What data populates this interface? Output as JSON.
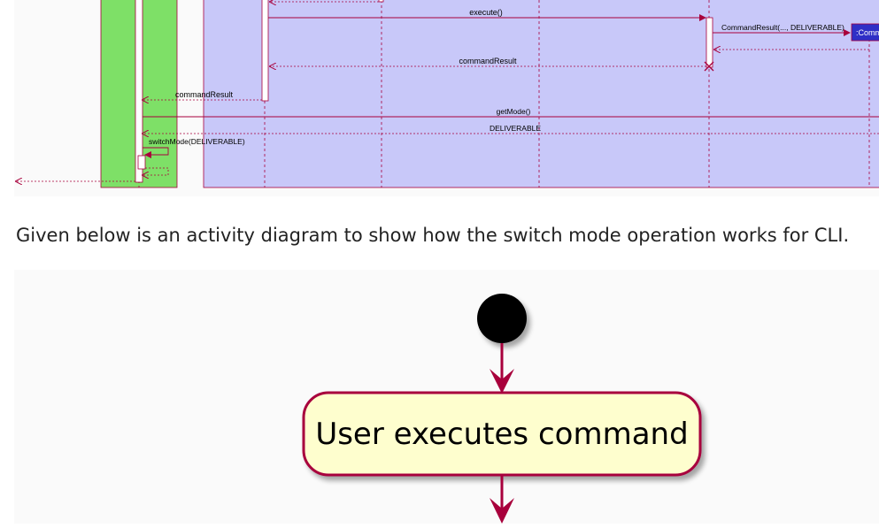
{
  "sequence": {
    "messages": {
      "execute": "execute()",
      "command_result_ctor": "CommandResult(..., DELIVERABLE)",
      "command_result_object": ":Comm",
      "command_result_return": "commandResult",
      "command_result_return2": "commandResult",
      "get_mode": "getMode()",
      "deliverable_return": "DELIVERABLE",
      "switch_mode": "switchMode(DELIVERABLE)"
    },
    "colors": {
      "logic_box": "#7ee067",
      "model_box": "#c8c8f9",
      "message_line": "#a8003c",
      "object_fill": "#2f2fc6",
      "object_text": "#ffffff"
    }
  },
  "caption": "Given below is an activity diagram to show how the switch mode operation works for CLI.",
  "activity": {
    "action_label": "User executes command",
    "colors": {
      "start_node": "#000000",
      "arrow": "#a8003c",
      "action_fill": "#fefece",
      "action_border": "#a8003c"
    }
  }
}
